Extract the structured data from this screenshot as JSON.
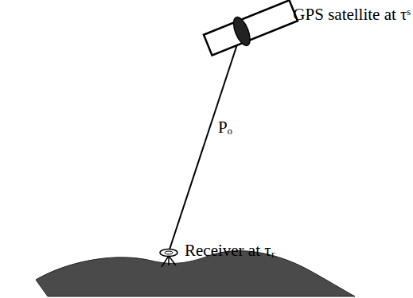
{
  "diagram": {
    "labels": [
      "GPS satellite at τˢ",
      "Pₒ",
      "Receiver at τᵣ"
    ]
  }
}
